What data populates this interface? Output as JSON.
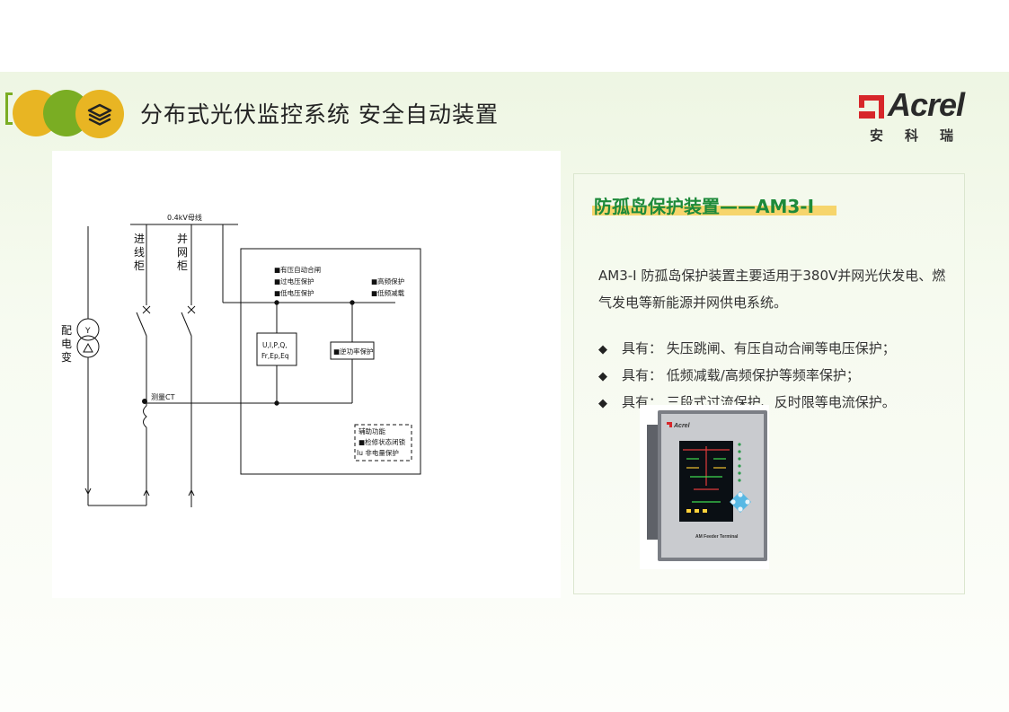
{
  "header": {
    "title": "分布式光伏监控系统  安全自动装置",
    "logo": {
      "word": "Acrel",
      "chinese": "安科瑞"
    }
  },
  "diagram": {
    "busbar_label": "0.4kV母线",
    "incoming_cabinet": [
      "进",
      "线",
      "柜"
    ],
    "grid_cabinet": [
      "并",
      "网",
      "柜"
    ],
    "transformer": [
      "配",
      "电",
      "变"
    ],
    "ct_label": "测量CT",
    "functions_left": [
      "■有压自动合闸",
      "■过电压保护",
      "■低电压保护"
    ],
    "functions_right": [
      "■高频保护",
      "■低频减载"
    ],
    "measure_lines": [
      "U,I,P,Q,",
      "Fr,Ep,Eq"
    ],
    "reverse_power": "■逆功率保护",
    "aux_lines": [
      "辅助功能",
      "■检修状态闭锁",
      "Iu 非电量保护"
    ]
  },
  "info": {
    "heading": "防孤岛保护装置——AM3-I",
    "description": "AM3-I 防孤岛保护装置主要适用于380V并网光伏发电、燃气发电等新能源并网供电系统。",
    "bullet_symbol": "◆",
    "features": [
      "具有： 失压跳闸、有压自动合闸等电压保护；",
      "具有： 低频减载/高频保护等频率保护；",
      "具有： 三段式过流保护、反时限等电流保护。"
    ],
    "device_label": "AM Feeder Terminal",
    "device_brand": "Acrel"
  },
  "colors": {
    "accent_green": "#7aad23",
    "accent_yellow": "#e8b523",
    "heading_green": "#1d8a3a",
    "highlight": "#f6d56c",
    "logo_red": "#d7262a"
  }
}
